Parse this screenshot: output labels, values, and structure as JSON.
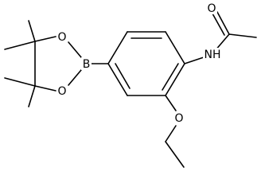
{
  "molecule": {
    "atoms": {
      "boron": "B",
      "oxygen_ring_top": "O",
      "oxygen_ring_bottom": "O",
      "amide_nitrogen": "NH",
      "carbonyl_oxygen": "O",
      "ether_oxygen": "O"
    }
  }
}
